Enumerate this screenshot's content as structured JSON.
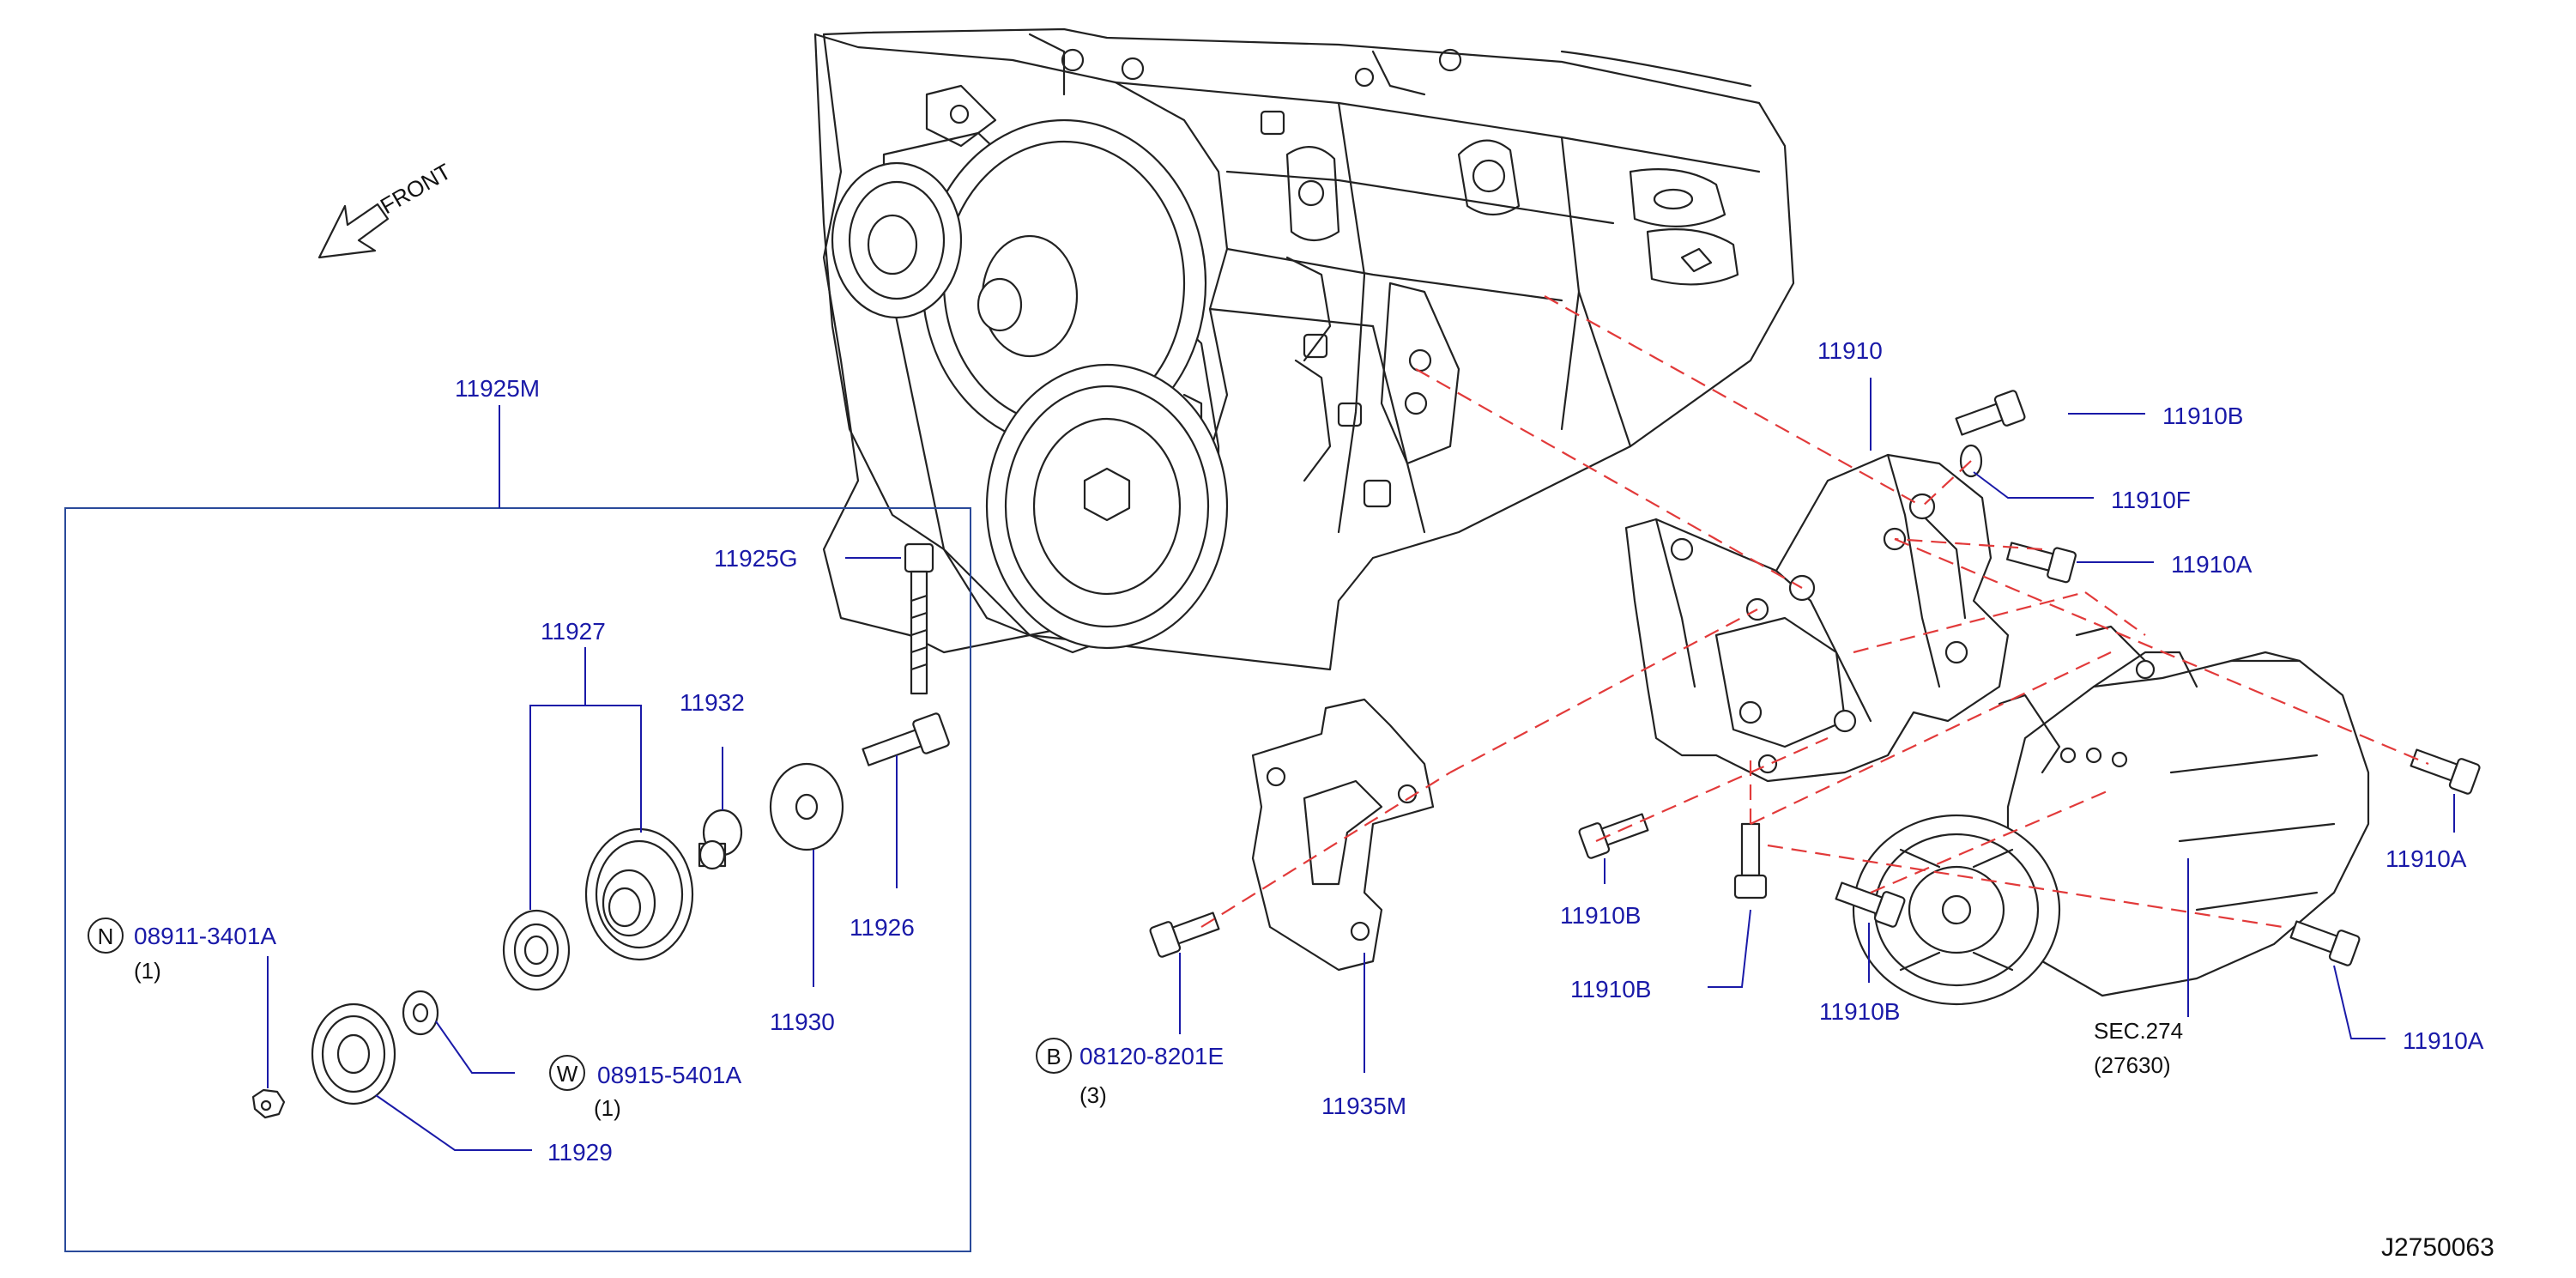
{
  "diagram": {
    "direction_label": "FRONT",
    "drawing_id": "J2750063",
    "group_label": "11925M",
    "parts": {
      "p11910": "11910",
      "p11910B_top": "11910B",
      "p11910F": "11910F",
      "p11910A_top": "11910A",
      "p11910A_right": "11910A",
      "p11910A_bottom": "11910A",
      "p11910B_left": "11910B",
      "p11910B_mid": "11910B",
      "p11910B_low": "11910B",
      "p11935M": "11935M",
      "p08120": "08120-8201E",
      "p11925G": "11925G",
      "p11927": "11927",
      "p11932": "11932",
      "p11926": "11926",
      "p11930": "11930",
      "p08911": "08911-3401A",
      "p08915": "08915-5401A",
      "p11929": "11929"
    },
    "prefixes": {
      "bolt": "B",
      "nut": "N",
      "washer": "W"
    },
    "quantities": {
      "p08120": "(3)",
      "p08911": "(1)",
      "p08915": "(1)"
    },
    "section_ref": {
      "line1": "SEC.274",
      "line2": "(27630)"
    },
    "colors": {
      "part_link": "#1a1aa8",
      "hidden_line": "#e23a3a",
      "ink": "#222222"
    }
  }
}
